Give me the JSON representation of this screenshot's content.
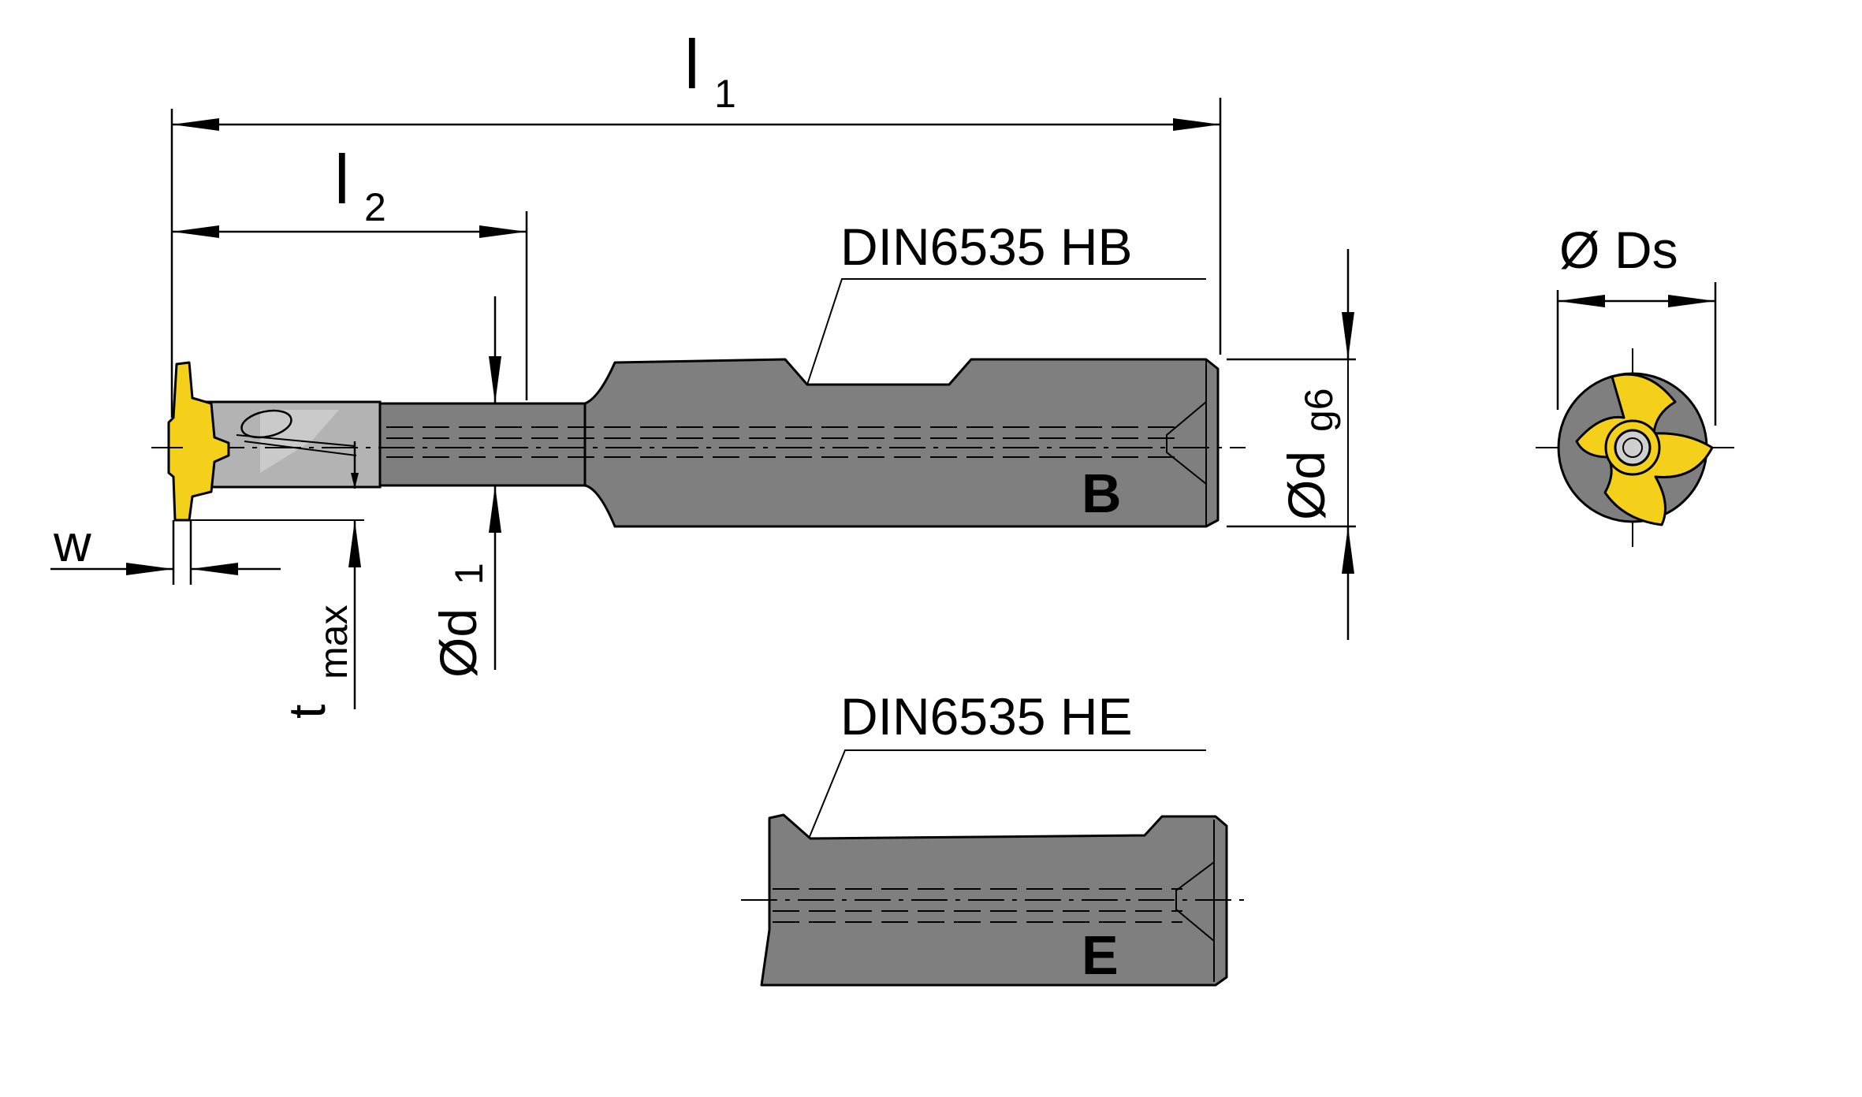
{
  "labels": {
    "l1": "l",
    "l1_sub": "1",
    "l2": "l",
    "l2_sub": "2",
    "din_hb": "DIN6535 HB",
    "din_he": "DIN6535 HE",
    "dg6": "Ød",
    "dg6_sub": "g6",
    "w": "w",
    "tmax": "t",
    "tmax_sub": "max",
    "d1": "Ød",
    "d1_sub": "1",
    "Ds": "Ds",
    "Ds_phi": "Ø",
    "shank_b": "B",
    "shank_e": "E"
  },
  "colors": {
    "shank": "#7f7f7f",
    "insert": "#f4d01a",
    "neck": "#a9a9a9",
    "line": "#000000"
  }
}
